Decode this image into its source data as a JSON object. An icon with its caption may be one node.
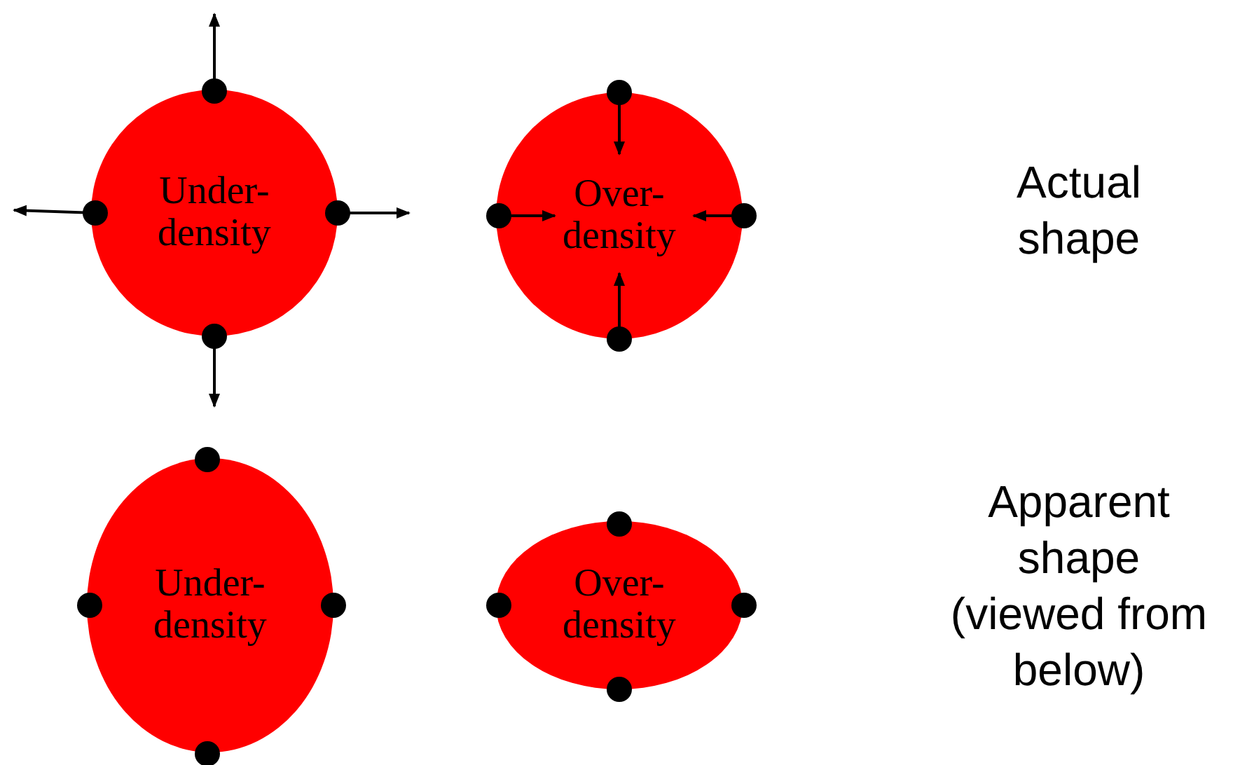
{
  "diagram": {
    "nodes": [
      {
        "text": [
          "Under- density"
        ]
      },
      {
        "text": [
          "Over- density"
        ]
      },
      {
        "text": [
          "Under- density"
        ]
      },
      {
        "text": [
          "Over- density"
        ]
      }
    ],
    "labels": [
      "Actual shape",
      "Apparent shape (viewed from below)"
    ]
  }
}
